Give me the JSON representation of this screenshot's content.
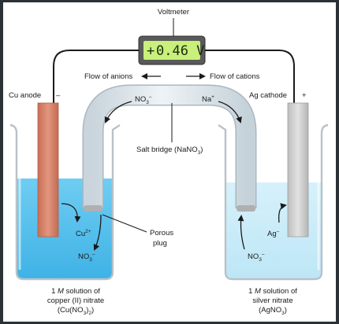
{
  "voltmeter": {
    "label": "Voltmeter",
    "sign": "+",
    "reading": "0.46 V"
  },
  "electrodes": {
    "anode": {
      "name": "Cu anode",
      "sign": "–"
    },
    "cathode": {
      "name": "Ag cathode",
      "sign": "+"
    }
  },
  "flow": {
    "anions": "Flow of anions",
    "cations": "Flow of cations"
  },
  "salt_bridge": {
    "label_pre": "Salt bridge (NaNO",
    "label_sub": "3",
    "label_post": ")",
    "anion_base": "NO",
    "anion_sub": "3",
    "anion_sup": "–",
    "cation_base": "Na",
    "cation_sup": "+"
  },
  "porous_plug": {
    "line1": "Porous",
    "line2": "plug"
  },
  "left_solution": {
    "ion1_base": "Cu",
    "ion1_sup": "2+",
    "ion2_base": "NO",
    "ion2_sub": "3",
    "ion2_sup": "–",
    "caption_line1_pre": "1 ",
    "caption_line1_italic": "M",
    "caption_line1_post": " solution of",
    "caption_line2": "copper (II) nitrate",
    "caption_line3_pre": "(Cu(NO",
    "caption_line3_sub1": "3",
    "caption_line3_mid": ")",
    "caption_line3_sub2": "2",
    "caption_line3_post": ")",
    "solution_color": "#58c4ef"
  },
  "right_solution": {
    "ion1_base": "Ag",
    "ion1_sup": "–",
    "ion2_base": "NO",
    "ion2_sub": "3",
    "ion2_sup": "–",
    "caption_line1_pre": "1 ",
    "caption_line1_italic": "M",
    "caption_line1_post": " solution of",
    "caption_line2": "silver nitrate",
    "caption_line3_pre": "(AgNO",
    "caption_line3_sub": "3",
    "caption_line3_post": ")",
    "solution_color": "#c9ecf8"
  },
  "colors": {
    "copper": "#d9866e",
    "silver": "#d0d0d0",
    "lcd": "#c8f07a",
    "bridge": "#dde6ec"
  }
}
